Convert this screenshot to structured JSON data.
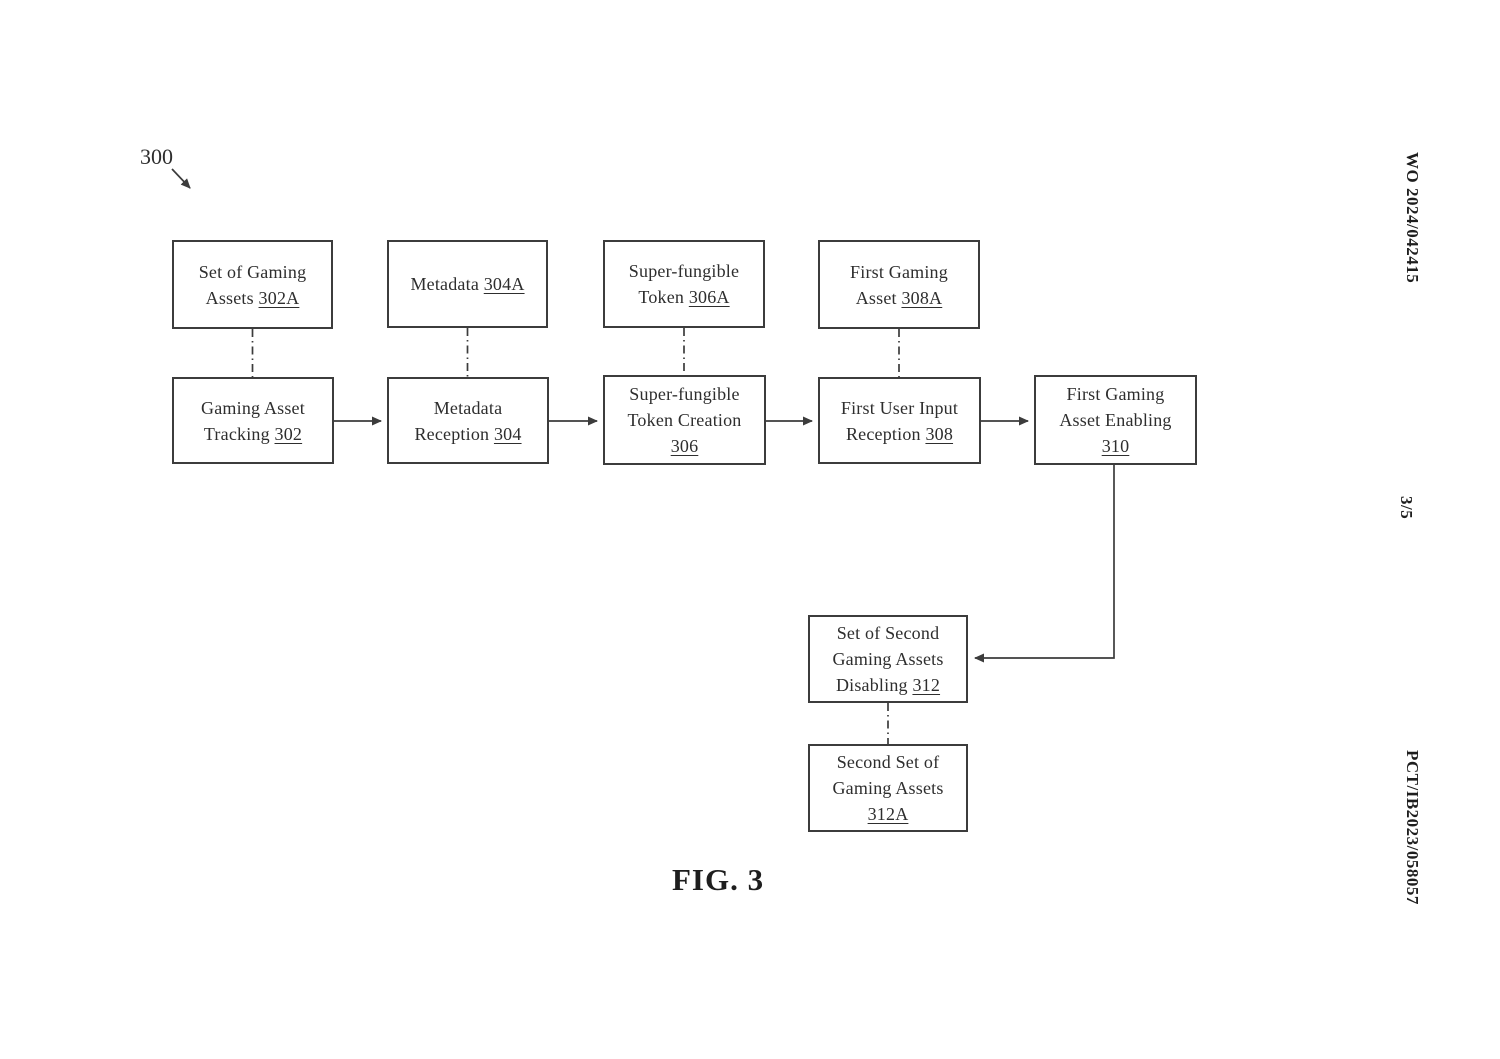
{
  "page": {
    "figure_ref": "300",
    "figure_caption": "FIG. 3"
  },
  "margin_notes": {
    "publication_number": "WO 2024/042415",
    "sheet_number": "3/5",
    "application_number": "PCT/IB2023/058057"
  },
  "diagram": {
    "boxes": [
      {
        "id": "302A",
        "label": "Set of Gaming Assets",
        "ref": "302A"
      },
      {
        "id": "304A",
        "label": "Metadata",
        "ref": "304A"
      },
      {
        "id": "306A",
        "label": "Super-fungible Token",
        "ref": "306A"
      },
      {
        "id": "308A",
        "label": "First Gaming Asset",
        "ref": "308A"
      },
      {
        "id": "302",
        "label": "Gaming Asset Tracking",
        "ref": "302"
      },
      {
        "id": "304",
        "label": "Metadata Reception",
        "ref": "304"
      },
      {
        "id": "306",
        "label": "Super-fungible Token Creation",
        "ref": "306"
      },
      {
        "id": "308",
        "label": "First User Input Reception",
        "ref": "308"
      },
      {
        "id": "310",
        "label": "First Gaming Asset Enabling",
        "ref": "310"
      },
      {
        "id": "312",
        "label": "Set of Second Gaming Assets Disabling",
        "ref": "312"
      },
      {
        "id": "312A",
        "label": "Second Set of Gaming Assets",
        "ref": "312A"
      }
    ]
  }
}
